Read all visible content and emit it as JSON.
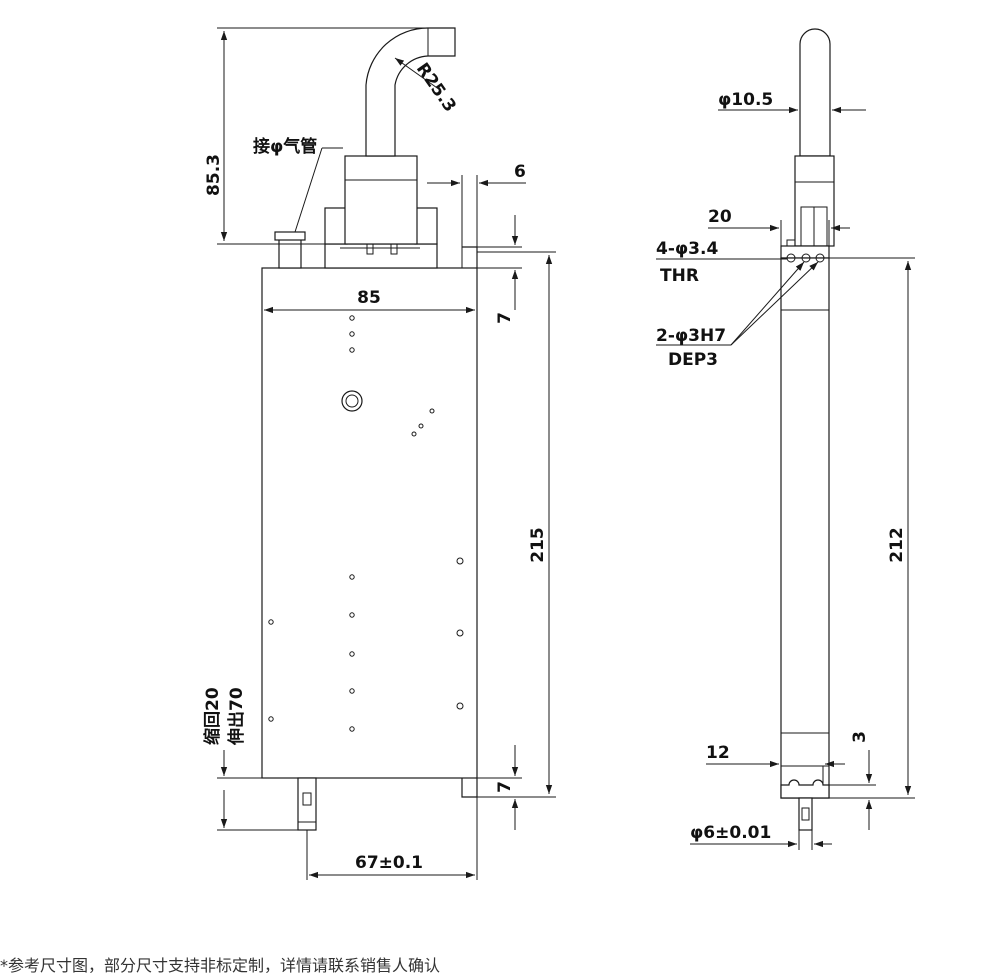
{
  "front_view": {
    "callout_air_fitting": "接φ气管",
    "dim_radius": "R25.3",
    "dim_hose_height": "85.3",
    "dim_offset_top": "6",
    "dim_width": "85",
    "dim_length": "215",
    "dim_top_margin": "7",
    "dim_bottom_margin": "7",
    "dim_rod_offset": "67±0.1",
    "stroke_retract": "缩回20",
    "stroke_extend": "伸出70"
  },
  "side_view": {
    "dim_hose_dia": "φ10.5",
    "dim_width": "20",
    "hole_thru_count": "4-φ3.4",
    "hole_thru_note": "THR",
    "hole_pin_count": "2-φ3H7",
    "hole_pin_note": "DEP3",
    "dim_length": "212",
    "dim_rod_width": "12",
    "dim_step": "3",
    "dim_rod_dia": "φ6±0.01"
  },
  "footnote": "*参考尺寸图，部分尺寸支持非标定制，详情请联系销售人确认"
}
